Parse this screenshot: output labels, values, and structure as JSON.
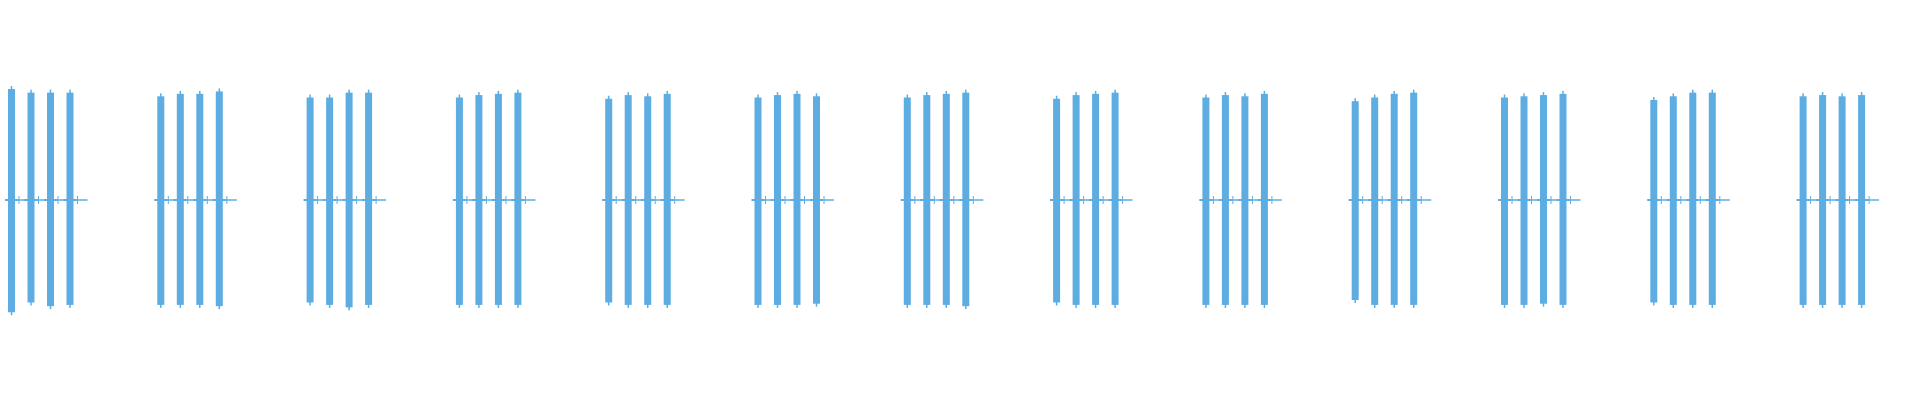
{
  "colors": {
    "background": "#ffffff",
    "waveform": "#5dade2"
  },
  "chart_data": {
    "type": "area",
    "title": "",
    "xlabel": "",
    "ylabel": "",
    "grid": false,
    "legend": "none",
    "ylim": [
      -1,
      1
    ],
    "baseline": 0,
    "burst_count": 13,
    "pulses_per_burst": 4,
    "bursts": [
      {
        "index": 1,
        "pulses": [
          {
            "max": 0.91,
            "min": -0.92
          },
          {
            "max": 0.88,
            "min": -0.84
          },
          {
            "max": 0.88,
            "min": -0.87
          },
          {
            "max": 0.88,
            "min": -0.86
          }
        ]
      },
      {
        "index": 2,
        "pulses": [
          {
            "max": 0.85,
            "min": -0.86
          },
          {
            "max": 0.87,
            "min": -0.86
          },
          {
            "max": 0.87,
            "min": -0.86
          },
          {
            "max": 0.89,
            "min": -0.87
          }
        ]
      },
      {
        "index": 3,
        "pulses": [
          {
            "max": 0.84,
            "min": -0.84
          },
          {
            "max": 0.84,
            "min": -0.86
          },
          {
            "max": 0.88,
            "min": -0.88
          },
          {
            "max": 0.88,
            "min": -0.86
          }
        ]
      },
      {
        "index": 4,
        "pulses": [
          {
            "max": 0.84,
            "min": -0.86
          },
          {
            "max": 0.86,
            "min": -0.86
          },
          {
            "max": 0.87,
            "min": -0.86
          },
          {
            "max": 0.88,
            "min": -0.86
          }
        ]
      },
      {
        "index": 5,
        "pulses": [
          {
            "max": 0.83,
            "min": -0.84
          },
          {
            "max": 0.86,
            "min": -0.86
          },
          {
            "max": 0.85,
            "min": -0.86
          },
          {
            "max": 0.87,
            "min": -0.86
          }
        ]
      },
      {
        "index": 6,
        "pulses": [
          {
            "max": 0.84,
            "min": -0.86
          },
          {
            "max": 0.86,
            "min": -0.86
          },
          {
            "max": 0.87,
            "min": -0.86
          },
          {
            "max": 0.85,
            "min": -0.85
          }
        ]
      },
      {
        "index": 7,
        "pulses": [
          {
            "max": 0.84,
            "min": -0.86
          },
          {
            "max": 0.86,
            "min": -0.86
          },
          {
            "max": 0.87,
            "min": -0.86
          },
          {
            "max": 0.88,
            "min": -0.87
          }
        ]
      },
      {
        "index": 8,
        "pulses": [
          {
            "max": 0.83,
            "min": -0.84
          },
          {
            "max": 0.86,
            "min": -0.86
          },
          {
            "max": 0.87,
            "min": -0.86
          },
          {
            "max": 0.88,
            "min": -0.86
          }
        ]
      },
      {
        "index": 9,
        "pulses": [
          {
            "max": 0.84,
            "min": -0.86
          },
          {
            "max": 0.86,
            "min": -0.86
          },
          {
            "max": 0.85,
            "min": -0.86
          },
          {
            "max": 0.87,
            "min": -0.86
          }
        ]
      },
      {
        "index": 10,
        "pulses": [
          {
            "max": 0.81,
            "min": -0.82
          },
          {
            "max": 0.84,
            "min": -0.86
          },
          {
            "max": 0.87,
            "min": -0.86
          },
          {
            "max": 0.88,
            "min": -0.86
          }
        ]
      },
      {
        "index": 11,
        "pulses": [
          {
            "max": 0.84,
            "min": -0.86
          },
          {
            "max": 0.85,
            "min": -0.86
          },
          {
            "max": 0.86,
            "min": -0.85
          },
          {
            "max": 0.87,
            "min": -0.86
          }
        ]
      },
      {
        "index": 12,
        "pulses": [
          {
            "max": 0.82,
            "min": -0.84
          },
          {
            "max": 0.85,
            "min": -0.86
          },
          {
            "max": 0.88,
            "min": -0.86
          },
          {
            "max": 0.88,
            "min": -0.86
          }
        ]
      },
      {
        "index": 13,
        "pulses": [
          {
            "max": 0.85,
            "min": -0.86
          },
          {
            "max": 0.86,
            "min": -0.86
          },
          {
            "max": 0.85,
            "min": -0.86
          },
          {
            "max": 0.86,
            "min": -0.86
          }
        ]
      }
    ]
  }
}
